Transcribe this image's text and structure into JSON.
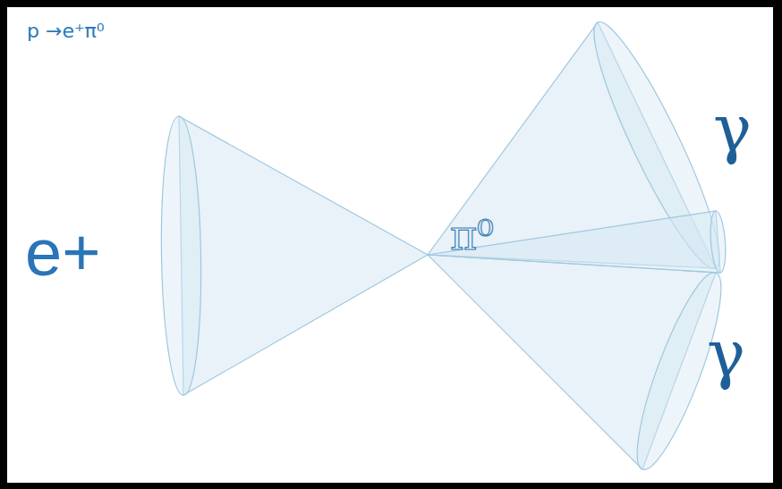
{
  "diagram": {
    "labels": [
      "p →e⁺π⁰",
      "e+",
      "π⁰",
      "γ",
      "γ"
    ]
  }
}
